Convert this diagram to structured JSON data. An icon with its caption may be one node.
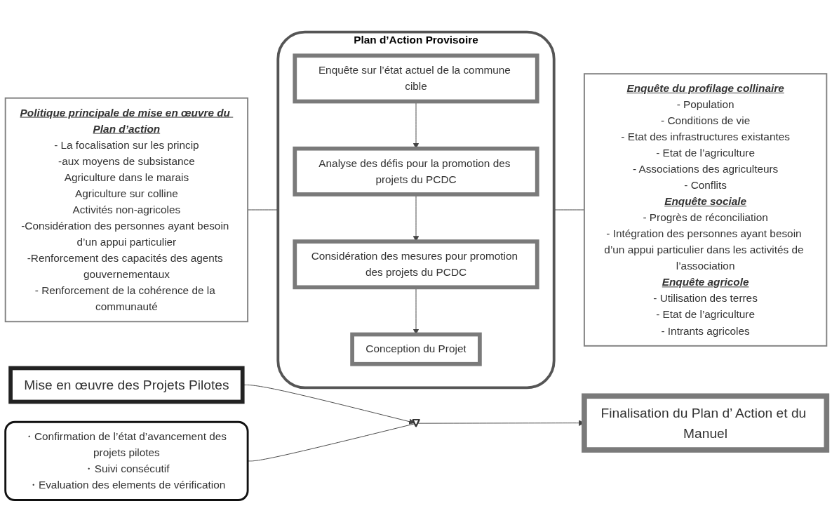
{
  "diagram": {
    "nodes": [
      {
        "text": [
          "Plan d’Action Provisoire"
        ]
      },
      {
        "text": [
          "Enquête sur l’état actuel de la commune cible"
        ],
        "in": 0
      },
      {
        "text": [
          "Analyse des défis pour la promotion des projets du PCDC"
        ],
        "in": 0
      },
      {
        "text": [
          "Considération des mesures pour promotion des projets du PCDC"
        ],
        "in": 0
      },
      {
        "text": [
          "Conception du Projet"
        ],
        "in": 0
      },
      {
        "text": [
          "Politique principale de mise en œuvre du Plan d’action",
          "- La focalisation sur les princip",
          "-aux moyens de subsistance",
          "Agriculture dans le marais",
          "Agriculture sur colline",
          "Activités non-agricoles",
          "-Considération des personnes ayant besoin d’un appui particulier",
          "-Renforcement des capacités des agents gouvernementaux",
          "- Renforcement de la cohérence de la communauté"
        ]
      },
      {
        "text": [
          "Enquête du profilage collinaire",
          "- Population",
          "- Conditions de vie",
          "- Etat des infrastructures existantes",
          "- Etat de l’agriculture",
          "- Associations des agriculteurs",
          "- Conflits",
          "Enquête sociale",
          "- Progrès de réconciliation",
          "- Intégration des personnes ayant besoin d’un appui particulier dans les activités de l’association",
          "Enquête agricole",
          "- Utilisation des terres",
          "- Etat de l’agriculture",
          "- Intrants agricoles"
        ]
      },
      {
        "text": [
          "Mise en œuvre des Projets Pilotes"
        ]
      },
      {
        "text": [],
        "shape": "arrow"
      },
      {
        "text": [
          "Finalisation du Plan d’ Action et du Manuel"
        ]
      },
      {
        "text": [
          "・Confirmation de l’état d’avancement des projets pilotes",
          "・Suivi consécutif",
          "・Evaluation des elements de vérification"
        ]
      }
    ],
    "edges": [
      {
        "from": 1,
        "to": 2,
        "arrow": "to"
      },
      {
        "from": 2,
        "to": 3,
        "arrow": "to"
      },
      {
        "from": 3,
        "to": 4,
        "arrow": "to"
      },
      {
        "from": 5,
        "to": 0,
        "arrow": "none"
      },
      {
        "from": 0,
        "to": 6,
        "arrow": "none"
      },
      {
        "from": 7,
        "to": 8,
        "arrow": "to"
      },
      {
        "from": 10,
        "to": 8,
        "arrow": "none"
      },
      {
        "from": 8,
        "to": 9,
        "arrow": "to"
      }
    ]
  }
}
